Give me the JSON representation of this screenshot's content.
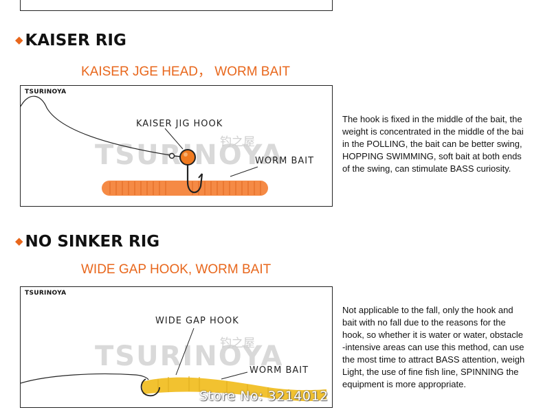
{
  "kaiser": {
    "title": "KAISER RIG",
    "subtitle": "KAISER JGE HEAD， WORM BAIT",
    "brand": "TSURINOYA",
    "hook_label": "KAISER JIG HOOK",
    "bait_label": "WORM BAIT",
    "watermark_en": "TSURINOYA",
    "watermark_cn": "钓之屋",
    "description": "The hook is fixed in the middle of the bait, the\nweight is concentrated in the middle of the bai\nin the POLLING, the bait can be better swing,\nHOPPING SWIMMING, soft bait at both ends\nof the swing, can stimulate BASS curiosity."
  },
  "nosinker": {
    "title": "NO SINKER RIG",
    "subtitle": "WIDE GAP HOOK,  WORM BAIT",
    "brand": "TSURINOYA",
    "hook_label": "WIDE GAP HOOK",
    "bait_label": "WORM BAIT",
    "watermark_en": "TSURINOYA",
    "watermark_cn": "钓之屋",
    "description": "Not applicable to the fall, only the hook and\nbait with no fall due to the reasons for the\nhook, so whether it is water or water, obstacle\n-intensive areas can use this method, can use\nthe most time to attract BASS attention, weigh\nLight, the use of fine fish line, SPINNING the\nequipment is more appropriate."
  },
  "store_watermark": "Store No: 3214012",
  "icons": {
    "bullet": "orange-diamond-icon"
  },
  "colors": {
    "accent": "#e8671c",
    "worm_orange": "#f58a45",
    "worm_yellow": "#f2c230",
    "jig_head": "#f07a20"
  }
}
